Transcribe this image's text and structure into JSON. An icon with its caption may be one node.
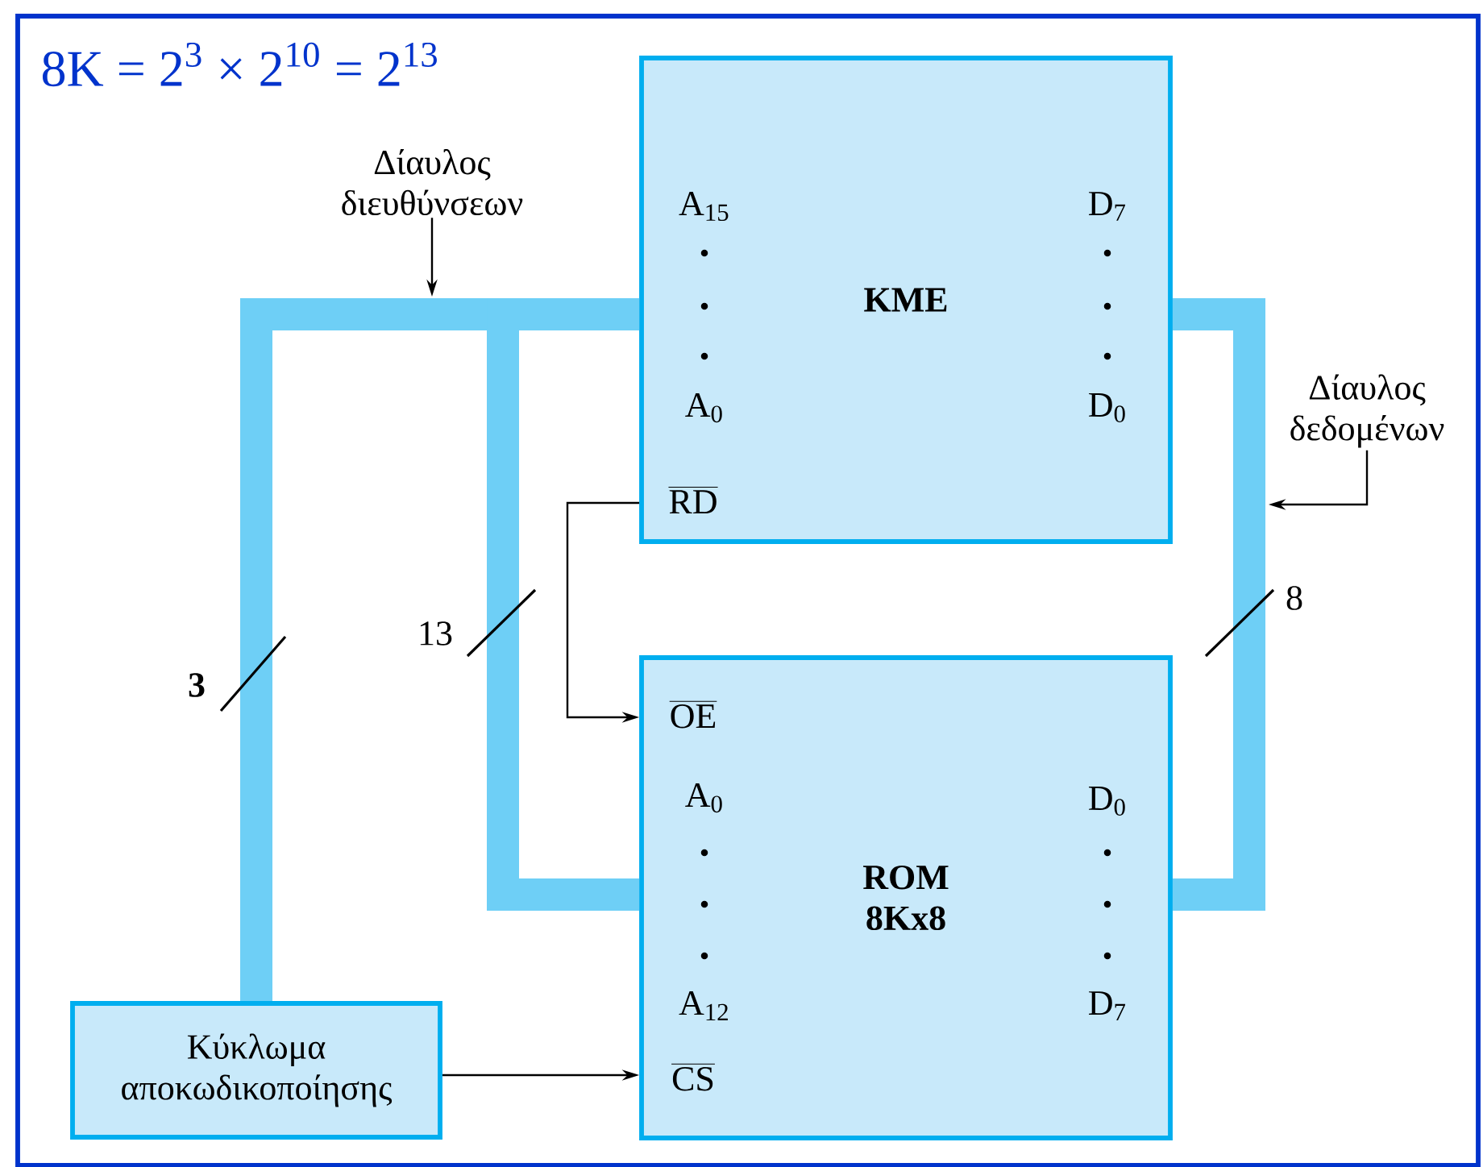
{
  "diagram": {
    "title": "8K = 2$^{3}$ × 2$^{10}$ = 2$^{13}$",
    "nodes": [
      {
        "text": [
          "KME",
          "A$_{15}$",
          "A$_{0}$",
          "RD",
          "D$_{7}$",
          "D$_{0}$"
        ]
      },
      {
        "text": [
          "ROM 8Kx8",
          "OE",
          "A$_{0}$",
          "A$_{12}$",
          "CS",
          "D$_{0}$",
          "D$_{7}$"
        ]
      },
      {
        "text": [
          "Κύκλωμα αποκωδικοποίησης"
        ]
      },
      {
        "text": [
          "Δίαυλος διευθύνσεων"
        ]
      },
      {
        "text": [
          "Δίαυλος δεδομένων"
        ]
      }
    ],
    "edges": [
      {
        "from": 0,
        "to": 2,
        "arrow": "none",
        "label": "3",
        "style": "thick",
        "color": "#6ecff6"
      },
      {
        "from": 0,
        "to": 1,
        "arrow": "none",
        "label": "13",
        "style": "thick",
        "color": "#6ecff6"
      },
      {
        "from": 0,
        "to": 1,
        "arrow": "none",
        "label": "8",
        "style": "thick",
        "color": "#6ecff6"
      },
      {
        "from": 0,
        "to": 1,
        "arrow": "to"
      },
      {
        "from": 2,
        "to": 1,
        "arrow": "to"
      },
      {
        "from": 3,
        "to": null,
        "arrow": "to"
      },
      {
        "from": 4,
        "to": null,
        "arrow": "to"
      }
    ]
  }
}
